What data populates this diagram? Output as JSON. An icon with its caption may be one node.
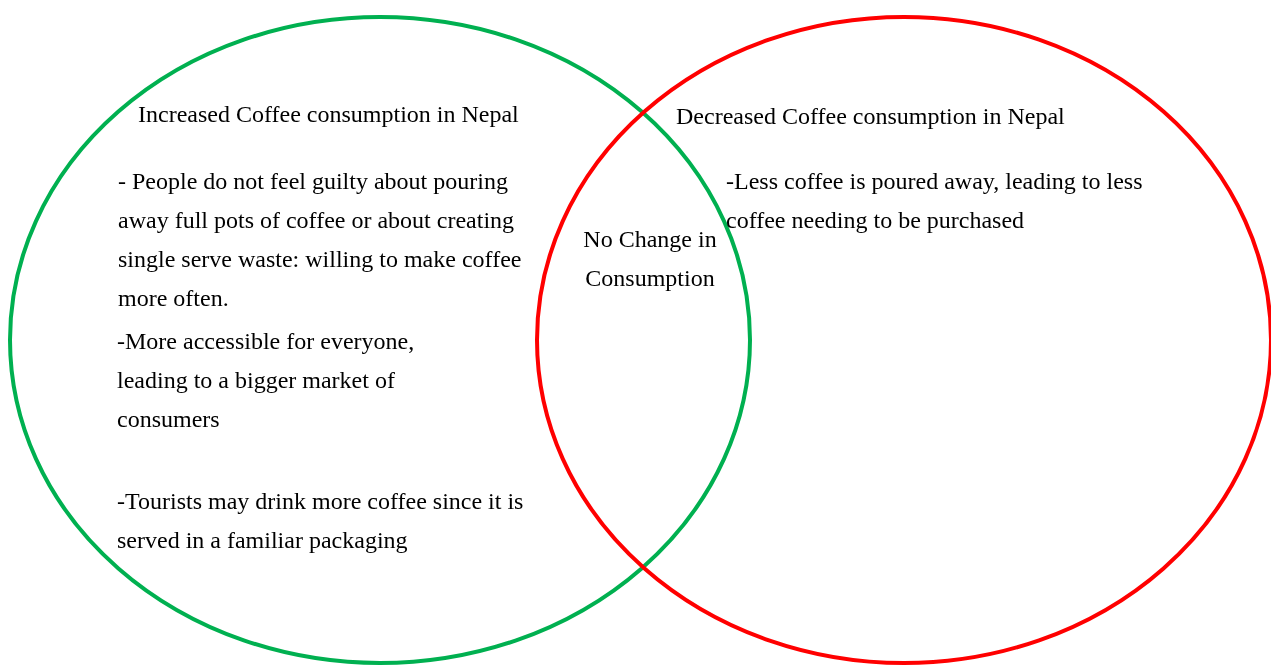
{
  "diagram": {
    "nodes": [
      {
        "text": [
          "Increased Coffee consumption in Nepal",
          "- People do not feel guilty about pouring away full pots of coffee or about creating single serve waste: willing to make coffee more often.",
          "-More accessible for everyone, leading to a bigger market of consumers",
          "-Tourists may drink more coffee since it is served in a familiar packaging"
        ]
      },
      {
        "text": [
          "Decreased Coffee consumption in Nepal",
          "-Less coffee is poured away, leading to less coffee needing to be purchased"
        ]
      }
    ],
    "labels": [
      "No Change in Consumption"
    ]
  }
}
